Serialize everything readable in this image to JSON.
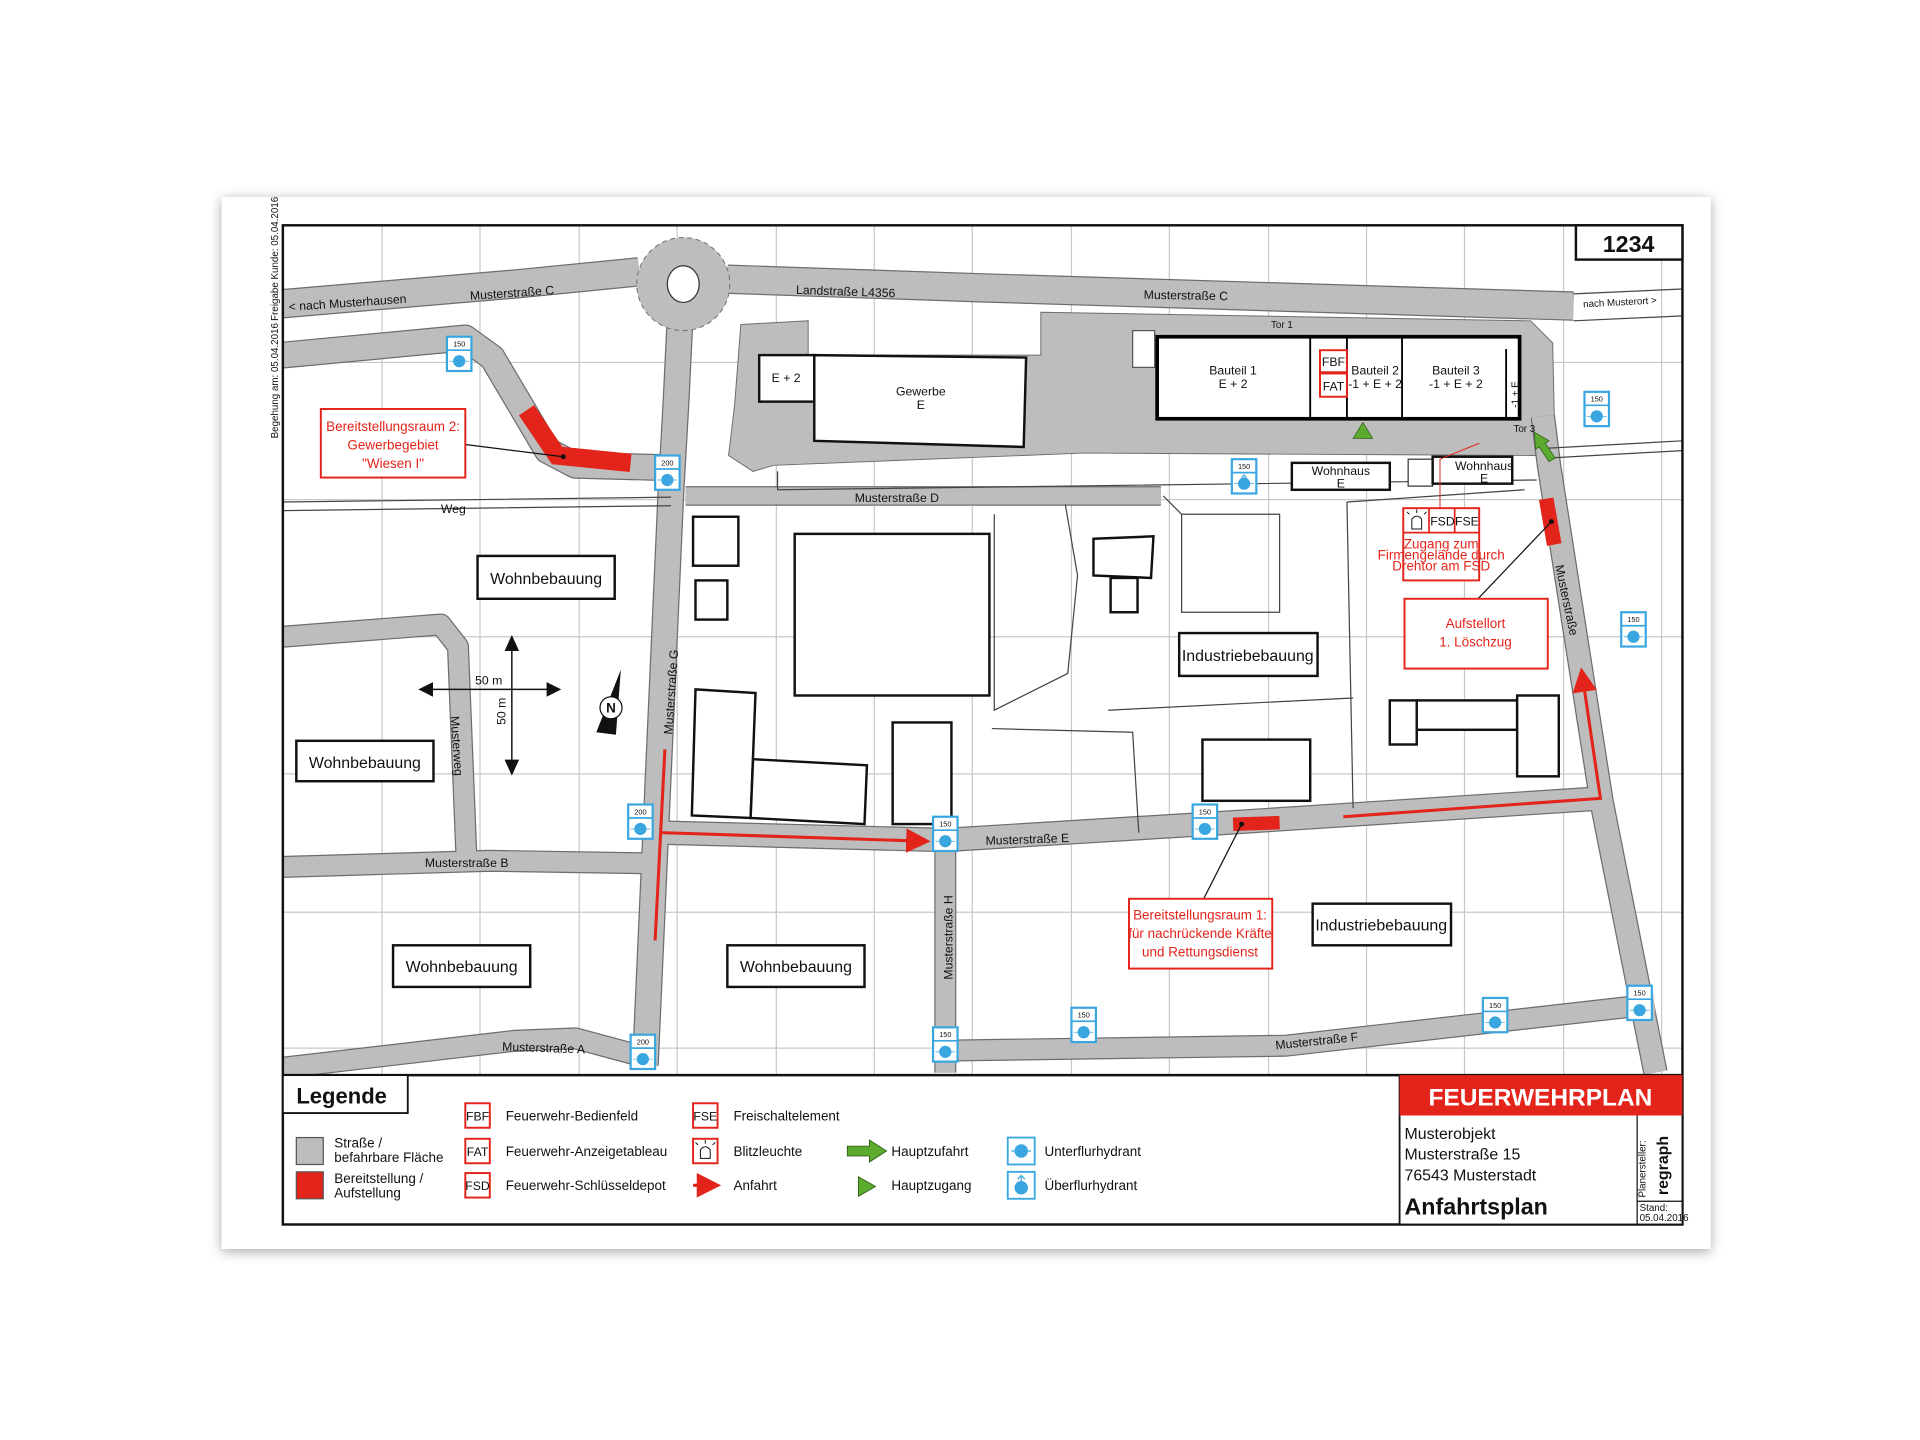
{
  "plan_number": "1234",
  "side_notes": {
    "freigabe": "Freigabe Kunde: 05.04.2016",
    "begehung": "Begehung am: 05.04.2016"
  },
  "streets": {
    "c_left": "Musterstraße C",
    "c_right": "Musterstraße C",
    "landstrasse": "Landstraße L4356",
    "nach_musterhausen": "< nach Musterhausen",
    "nach_musterort": "nach Musterort  >",
    "d": "Musterstraße D",
    "weg": "Weg",
    "g": "Musterstraße G",
    "musterweg": "Musterweg",
    "b": "Musterstraße B",
    "a": "Musterstraße A",
    "e": "Musterstraße E",
    "h": "Musterstraße H",
    "f": "Musterstraße F",
    "musterstrasse": "Musterstraße"
  },
  "buildings": {
    "e2": "E + 2",
    "gewerbe": [
      "Gewerbe",
      "E"
    ],
    "bauteil1": [
      "Bauteil 1",
      "E + 2"
    ],
    "bauteil2": [
      "Bauteil 2",
      "-1 + E + 2"
    ],
    "bauteil3": [
      "Bauteil 3",
      "-1 + E + 2"
    ],
    "bauteil_small": "-1 + E",
    "wohnhaus1": [
      "Wohnhaus",
      "E"
    ],
    "wohnhaus2": [
      "Wohnhaus",
      "E"
    ],
    "tor1": "Tor 1",
    "tor3": "Tor 3"
  },
  "area_labels": {
    "wohn1": "Wohnbebauung",
    "wohn2": "Wohnbebauung",
    "wohn3": "Wohnbebauung",
    "wohn4": "Wohnbebauung",
    "industrie1": "Industriebebauung",
    "industrie2": "Industriebebauung"
  },
  "callouts": {
    "br2": [
      "Bereitstellungsraum 2:",
      "Gewerbegebiet",
      "\"Wiesen I\""
    ],
    "br1": [
      "Bereitstellungsraum 1:",
      "für nachrückende Kräfte",
      "und Rettungsdienst"
    ],
    "aufstellort": [
      "Aufstellort",
      "1. Löschzug"
    ],
    "zugang": [
      "Zugang zum",
      "Firmengelände durch",
      "Drehtor am FSD"
    ]
  },
  "markers": {
    "fbf": "FBF",
    "fat": "FAT",
    "fsd": "FSD",
    "fse": "FSE"
  },
  "scale": {
    "horizontal": "50 m",
    "vertical": "50 m",
    "north": "N"
  },
  "hydrants": [
    "150",
    "200",
    "200",
    "200",
    "150",
    "150",
    "150",
    "150",
    "150",
    "150",
    "150",
    "150",
    "150"
  ],
  "legend": {
    "title": "Legende",
    "items": [
      {
        "label": [
          "Straße /",
          "befahrbare Fläche"
        ],
        "icon": "road-swatch"
      },
      {
        "label": [
          "Bereitstellung /",
          "Aufstellung"
        ],
        "icon": "staging-swatch"
      },
      {
        "code": "FBF",
        "label": "Feuerwehr-Bedienfeld"
      },
      {
        "code": "FAT",
        "label": "Feuerwehr-Anzeigetableau"
      },
      {
        "code": "FSD",
        "label": "Feuerwehr-Schlüsseldepot"
      },
      {
        "code": "FSE",
        "label": "Freischaltelement"
      },
      {
        "label": "Blitzleuchte",
        "icon": "beacon-icon"
      },
      {
        "label": "Anfahrt",
        "icon": "red-arrow-icon"
      },
      {
        "label": "Hauptzufahrt",
        "icon": "green-arrow-icon"
      },
      {
        "label": "Hauptzugang",
        "icon": "green-triangle-icon"
      },
      {
        "label": "Unterflurhydrant",
        "icon": "underground-hydrant-icon"
      },
      {
        "label": "Überflurhydrant",
        "icon": "overground-hydrant-icon"
      }
    ]
  },
  "title_block": {
    "header": "FEUERWEHRPLAN",
    "object": "Musterobjekt",
    "street": "Musterstraße 15",
    "city": "76543 Musterstadt",
    "plan_type": "Anfahrtsplan",
    "planersteller_label": "Planersteller:",
    "logo": "regraph",
    "stand_label": "Stand:",
    "stand_date": "05.04.2016"
  },
  "colors": {
    "red": "#e3241b",
    "road": "#bdbdbd",
    "hydrant": "#3aa6e0",
    "green": "#5aab2e"
  }
}
